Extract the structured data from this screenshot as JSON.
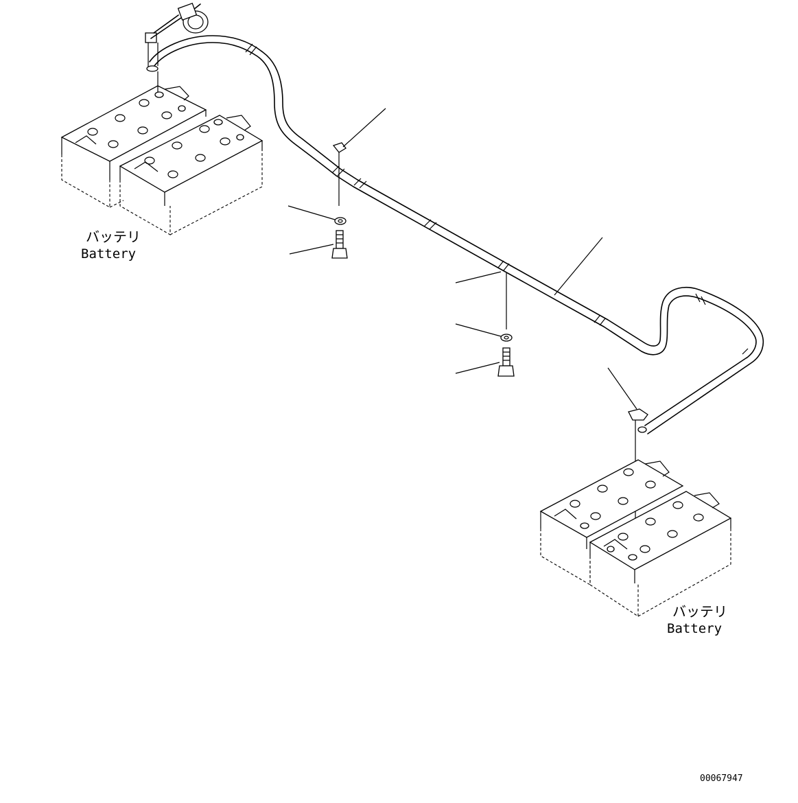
{
  "drawing": {
    "labels": {
      "battery_left_jp": "バッテリ",
      "battery_left_en": "Battery",
      "battery_right_jp": "バッテリ",
      "battery_right_en": "Battery",
      "drawing_number": "00067947"
    }
  }
}
